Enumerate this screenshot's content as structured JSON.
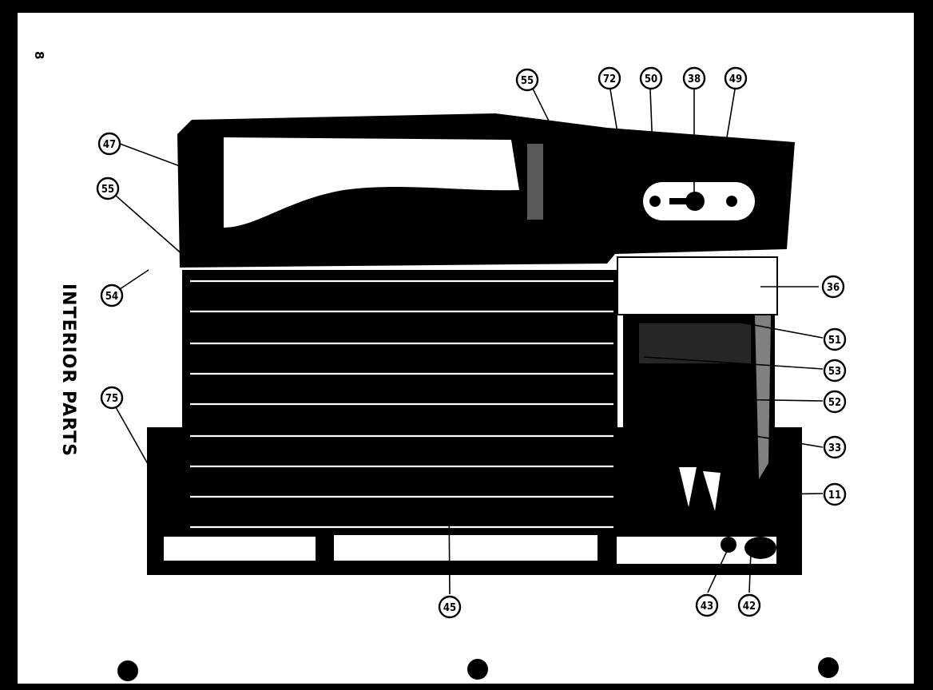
{
  "page": {
    "page_number": "8",
    "section_title": "INTERIOR PARTS"
  },
  "callouts": [
    {
      "id": "c47",
      "label": "47"
    },
    {
      "id": "c55a",
      "label": "55"
    },
    {
      "id": "c54",
      "label": "54"
    },
    {
      "id": "c75",
      "label": "75"
    },
    {
      "id": "c55b",
      "label": "55"
    },
    {
      "id": "c72",
      "label": "72"
    },
    {
      "id": "c50",
      "label": "50"
    },
    {
      "id": "c38",
      "label": "38"
    },
    {
      "id": "c49",
      "label": "49"
    },
    {
      "id": "c36",
      "label": "36"
    },
    {
      "id": "c51",
      "label": "51"
    },
    {
      "id": "c53",
      "label": "53"
    },
    {
      "id": "c52",
      "label": "52"
    },
    {
      "id": "c33",
      "label": "33"
    },
    {
      "id": "c11",
      "label": "11"
    },
    {
      "id": "c45",
      "label": "45"
    },
    {
      "id": "c43",
      "label": "43"
    },
    {
      "id": "c42",
      "label": "42"
    }
  ]
}
